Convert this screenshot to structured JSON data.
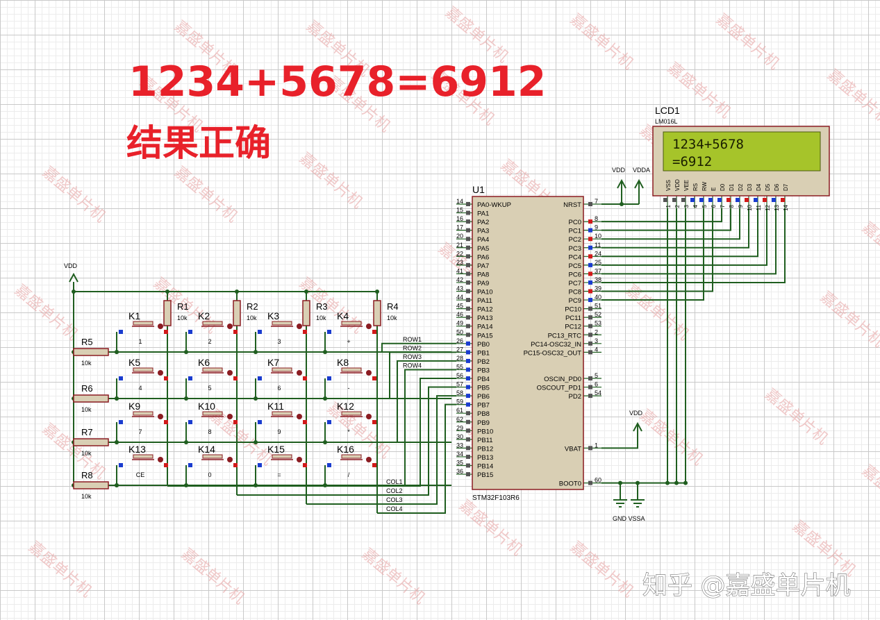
{
  "headline": {
    "equation": "1234+5678=6912",
    "verdict": "结果正确"
  },
  "lcd": {
    "ref": "LCD1",
    "model": "LM016L",
    "line1": "1234+5678",
    "line2": "=6912",
    "pins": [
      {
        "name": "VSS",
        "num": "1"
      },
      {
        "name": "VDD",
        "num": "2"
      },
      {
        "name": "VEE",
        "num": "3"
      },
      {
        "name": "RS",
        "num": "4"
      },
      {
        "name": "RW",
        "num": "5"
      },
      {
        "name": "E",
        "num": "6"
      },
      {
        "name": "D0",
        "num": "7"
      },
      {
        "name": "D1",
        "num": "8"
      },
      {
        "name": "D2",
        "num": "9"
      },
      {
        "name": "D3",
        "num": "10"
      },
      {
        "name": "D4",
        "num": "11"
      },
      {
        "name": "D5",
        "num": "12"
      },
      {
        "name": "D6",
        "num": "13"
      },
      {
        "name": "D7",
        "num": "14"
      }
    ]
  },
  "mcu": {
    "ref": "U1",
    "model": "STM32F103R6",
    "left_pins": [
      {
        "num": "14",
        "name": "PA0-WKUP"
      },
      {
        "num": "15",
        "name": "PA1"
      },
      {
        "num": "16",
        "name": "PA2"
      },
      {
        "num": "17",
        "name": "PA3"
      },
      {
        "num": "20",
        "name": "PA4"
      },
      {
        "num": "21",
        "name": "PA5"
      },
      {
        "num": "22",
        "name": "PA6"
      },
      {
        "num": "23",
        "name": "PA7"
      },
      {
        "num": "41",
        "name": "PA8"
      },
      {
        "num": "42",
        "name": "PA9"
      },
      {
        "num": "43",
        "name": "PA10"
      },
      {
        "num": "44",
        "name": "PA11"
      },
      {
        "num": "45",
        "name": "PA12"
      },
      {
        "num": "46",
        "name": "PA13"
      },
      {
        "num": "49",
        "name": "PA14"
      },
      {
        "num": "50",
        "name": "PA15"
      },
      {
        "num": "26",
        "name": "PB0"
      },
      {
        "num": "27",
        "name": "PB1"
      },
      {
        "num": "28",
        "name": "PB2"
      },
      {
        "num": "55",
        "name": "PB3"
      },
      {
        "num": "56",
        "name": "PB4"
      },
      {
        "num": "57",
        "name": "PB5"
      },
      {
        "num": "58",
        "name": "PB6"
      },
      {
        "num": "59",
        "name": "PB7"
      },
      {
        "num": "61",
        "name": "PB8"
      },
      {
        "num": "62",
        "name": "PB9"
      },
      {
        "num": "29",
        "name": "PB10"
      },
      {
        "num": "30",
        "name": "PB11"
      },
      {
        "num": "33",
        "name": "PB12"
      },
      {
        "num": "34",
        "name": "PB13"
      },
      {
        "num": "35",
        "name": "PB14"
      },
      {
        "num": "36",
        "name": "PB15"
      }
    ],
    "right_pins": [
      {
        "num": "7",
        "name": "NRST",
        "row": 0
      },
      {
        "num": "8",
        "name": "PC0",
        "row": 2
      },
      {
        "num": "9",
        "name": "PC1",
        "row": 3
      },
      {
        "num": "10",
        "name": "PC2",
        "row": 4
      },
      {
        "num": "11",
        "name": "PC3",
        "row": 5
      },
      {
        "num": "24",
        "name": "PC4",
        "row": 6
      },
      {
        "num": "25",
        "name": "PC5",
        "row": 7
      },
      {
        "num": "37",
        "name": "PC6",
        "row": 8
      },
      {
        "num": "38",
        "name": "PC7",
        "row": 9
      },
      {
        "num": "39",
        "name": "PC8",
        "row": 10
      },
      {
        "num": "40",
        "name": "PC9",
        "row": 11
      },
      {
        "num": "51",
        "name": "PC10",
        "row": 12
      },
      {
        "num": "52",
        "name": "PC11",
        "row": 13
      },
      {
        "num": "53",
        "name": "PC12",
        "row": 14
      },
      {
        "num": "2",
        "name": "PC13_RTC",
        "row": 15
      },
      {
        "num": "3",
        "name": "PC14-OSC32_IN",
        "row": 16
      },
      {
        "num": "4",
        "name": "PC15-OSC32_OUT",
        "row": 17
      },
      {
        "num": "5",
        "name": "OSCIN_PD0",
        "row": 20
      },
      {
        "num": "6",
        "name": "OSCOUT_PD1",
        "row": 21
      },
      {
        "num": "54",
        "name": "PD2",
        "row": 22
      },
      {
        "num": "1",
        "name": "VBAT",
        "row": 28
      },
      {
        "num": "60",
        "name": "BOOT0",
        "row": 32
      }
    ]
  },
  "power": {
    "vdd_vdda": [
      "VDD",
      "VDDA"
    ],
    "vdd_left": "VDD",
    "vdd_right": "VDD",
    "gnd_vssa": "GND VSSA"
  },
  "resistors": [
    {
      "ref": "R1",
      "value": "10k"
    },
    {
      "ref": "R2",
      "value": "10k"
    },
    {
      "ref": "R3",
      "value": "10k"
    },
    {
      "ref": "R4",
      "value": "10k"
    },
    {
      "ref": "R5",
      "value": "10k"
    },
    {
      "ref": "R6",
      "value": "10k"
    },
    {
      "ref": "R7",
      "value": "10k"
    },
    {
      "ref": "R8",
      "value": "10k"
    }
  ],
  "keys": [
    {
      "ref": "K1",
      "label": "1"
    },
    {
      "ref": "K2",
      "label": "2"
    },
    {
      "ref": "K3",
      "label": "3"
    },
    {
      "ref": "K4",
      "label": "+"
    },
    {
      "ref": "K5",
      "label": "4"
    },
    {
      "ref": "K6",
      "label": "5"
    },
    {
      "ref": "K7",
      "label": "6"
    },
    {
      "ref": "K8",
      "label": "-"
    },
    {
      "ref": "K9",
      "label": "7"
    },
    {
      "ref": "K10",
      "label": "8"
    },
    {
      "ref": "K11",
      "label": "9"
    },
    {
      "ref": "K12",
      "label": "*"
    },
    {
      "ref": "K13",
      "label": "CE"
    },
    {
      "ref": "K14",
      "label": "0"
    },
    {
      "ref": "K15",
      "label": "="
    },
    {
      "ref": "K16",
      "label": "/"
    }
  ],
  "nets": {
    "rows": [
      "ROW1",
      "ROW2",
      "ROW3",
      "ROW4"
    ],
    "cols": [
      "COL1",
      "COL2",
      "COL3",
      "COL4"
    ]
  },
  "watermark": "嘉盛单片机",
  "footer": "知乎 @嘉盛单片机",
  "colors": {
    "wire": "#1f5e1f",
    "component": "#8b1c22",
    "component_fill": "#d9cfb4",
    "lcd_screen": "#a6c42a",
    "headline": "#e8212a",
    "pin_red": "#d11a1a",
    "pin_blue": "#1a3ccf"
  }
}
